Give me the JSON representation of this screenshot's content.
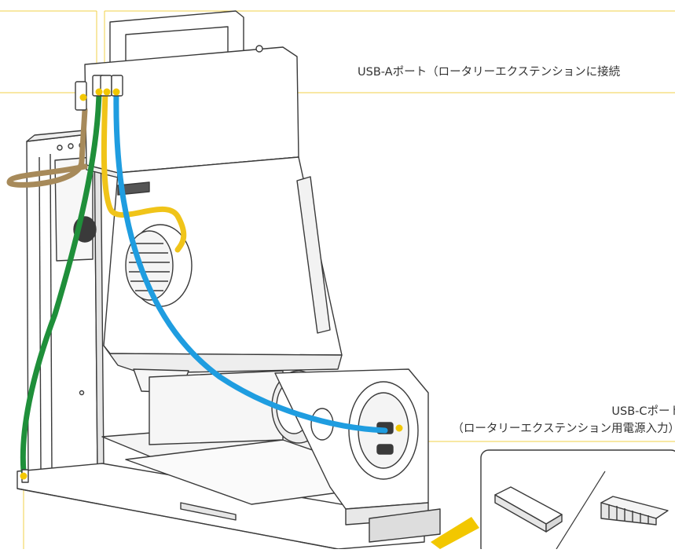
{
  "labels": {
    "usb_a_port": "USB-Aポート（ロータリーエクステンションに接続",
    "usb_c_port_line1": "USB-Cポート",
    "usb_c_port_line2": "（ロータリーエクステンション用電源入力）"
  },
  "colors": {
    "callout_line": "#f2d04a",
    "marker_dot": "#f2c700",
    "cable_brown": "#a78a5a",
    "cable_green": "#1f8f3a",
    "cable_blue": "#1f9de0",
    "cable_yellow": "#f0c419",
    "outline": "#3a3a3a",
    "body_fill": "#ffffff",
    "shade_fill": "#eeeeee"
  }
}
